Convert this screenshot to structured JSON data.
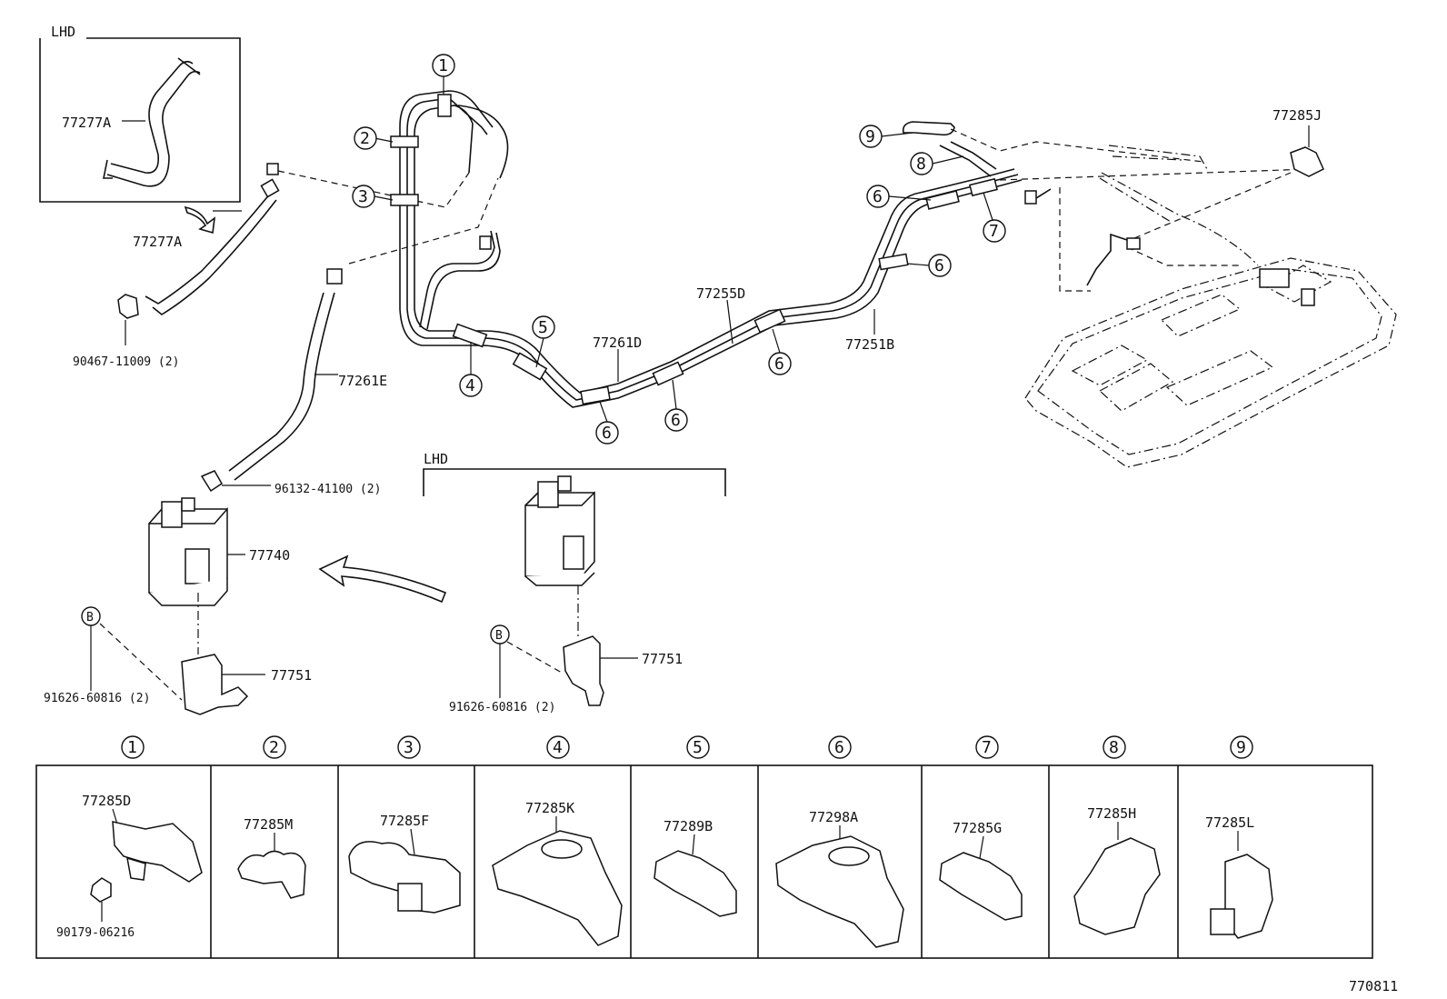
{
  "inset_top_left": {
    "region_label": "LHD",
    "part": "77277A"
  },
  "inset_canister": {
    "region_label": "LHD"
  },
  "callouts": {
    "c1": "1",
    "c2": "2",
    "c3": "3",
    "c4": "4",
    "c5": "5",
    "c6": "6",
    "c7": "7",
    "c8": "8",
    "c9": "9",
    "b": "B"
  },
  "parts": {
    "hose_77277A": "77277A",
    "clip_90467": "90467-11009 (2)",
    "hose_77261E": "77261E",
    "clip_96132": "96132-41100 (2)",
    "canister_77740": "77740",
    "bracket_77751_left": "77751",
    "bolt_91626_left": "91626-60816 (2)",
    "bracket_77751_right": "77751",
    "bolt_91626_right": "91626-60816 (2)",
    "tube_77261D": "77261D",
    "tube_77255D": "77255D",
    "tube_77251B": "77251B",
    "clamp_77285J": "77285J"
  },
  "clamp_table": {
    "headers": [
      "1",
      "2",
      "3",
      "4",
      "5",
      "6",
      "7",
      "8",
      "9"
    ],
    "cells": [
      {
        "part": "77285D",
        "extra": "90179-06216"
      },
      {
        "part": "77285M"
      },
      {
        "part": "77285F"
      },
      {
        "part": "77285K"
      },
      {
        "part": "77289B"
      },
      {
        "part": "77298A"
      },
      {
        "part": "77285G"
      },
      {
        "part": "77285H"
      },
      {
        "part": "77285L"
      }
    ]
  },
  "diagram_code": "770811"
}
